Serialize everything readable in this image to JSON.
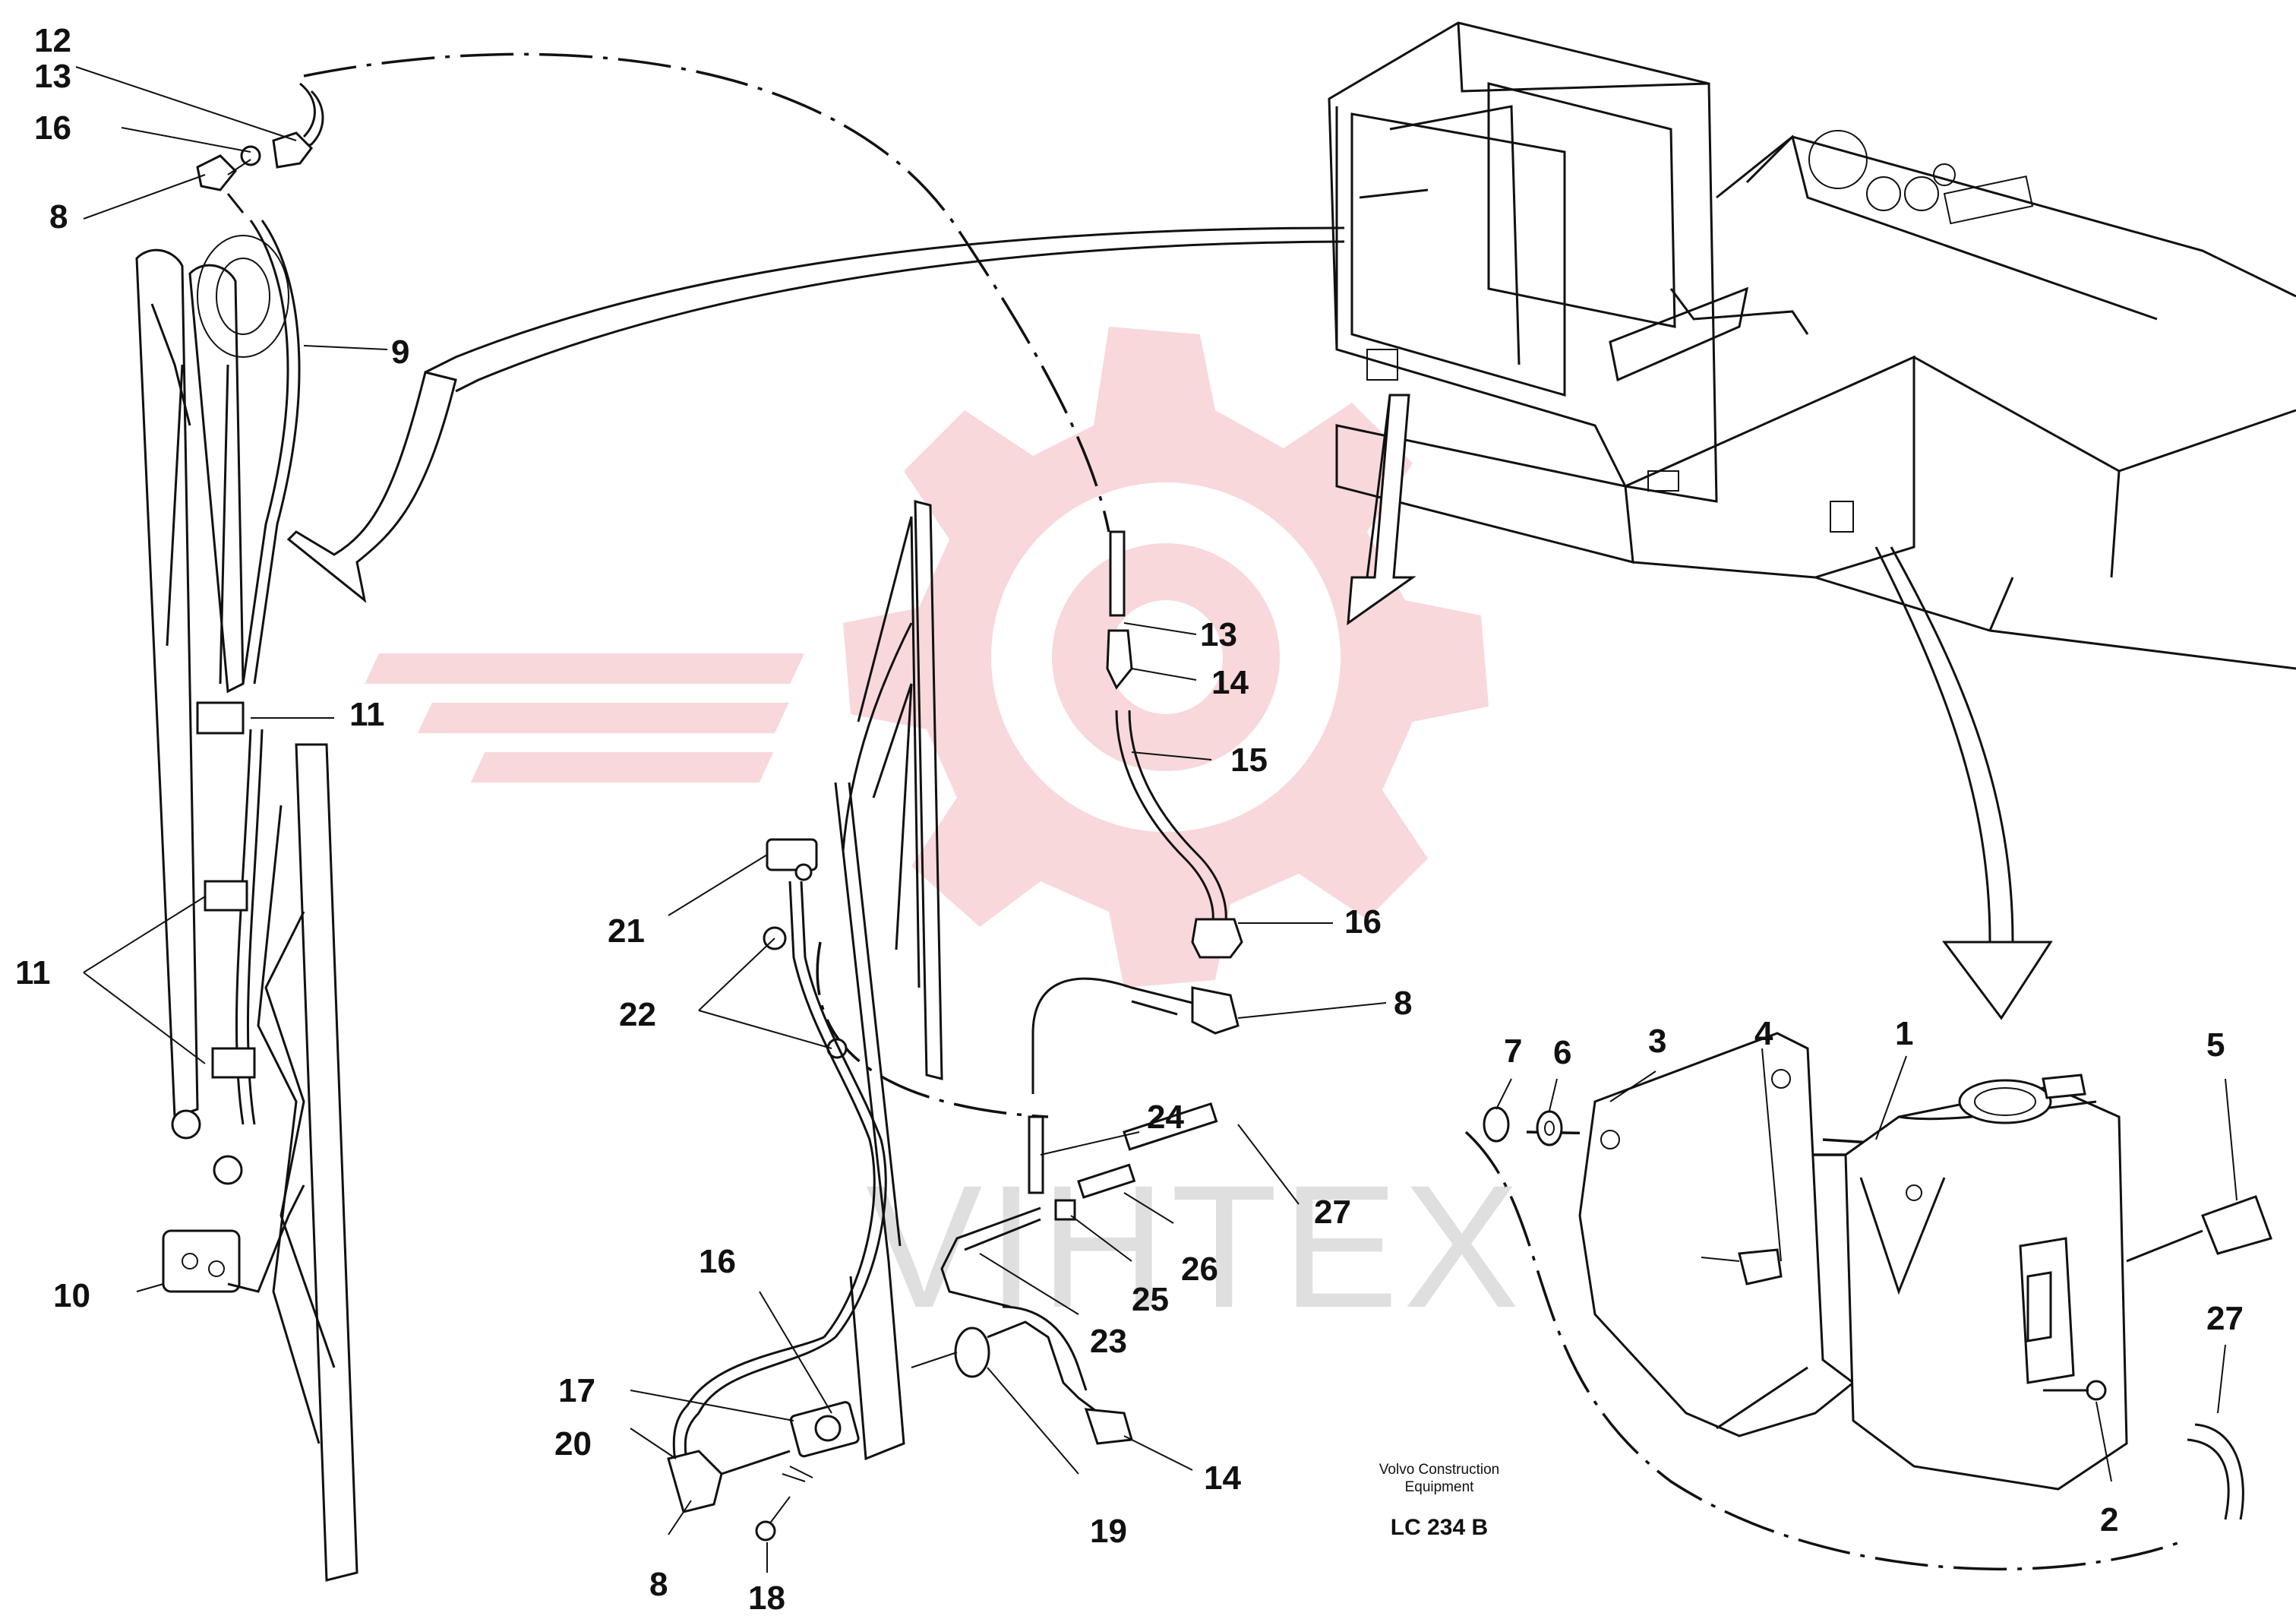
{
  "document": {
    "manufacturer_caption": "Volvo Construction\nEquipment",
    "manufacturer_line1": "Volvo Construction",
    "manufacturer_line2": "Equipment",
    "drawing_code": "LC 234 B",
    "watermark_text": "VIHTEX"
  },
  "colors": {
    "line": "#111111",
    "watermark_logo": "#f2b8bd",
    "watermark_text": "#cfcfcf",
    "background": "#ffffff"
  },
  "callouts": [
    {
      "id": "c12",
      "text": "12"
    },
    {
      "id": "c13a",
      "text": "13"
    },
    {
      "id": "c16a",
      "text": "16"
    },
    {
      "id": "c8a",
      "text": "8"
    },
    {
      "id": "c9",
      "text": "9"
    },
    {
      "id": "c11a",
      "text": "11"
    },
    {
      "id": "c11b",
      "text": "11"
    },
    {
      "id": "c10",
      "text": "10"
    },
    {
      "id": "c13b",
      "text": "13"
    },
    {
      "id": "c14a",
      "text": "14"
    },
    {
      "id": "c15",
      "text": "15"
    },
    {
      "id": "c16b",
      "text": "16"
    },
    {
      "id": "c8b",
      "text": "8"
    },
    {
      "id": "c21",
      "text": "21"
    },
    {
      "id": "c22",
      "text": "22"
    },
    {
      "id": "c24",
      "text": "24"
    },
    {
      "id": "c27a",
      "text": "27"
    },
    {
      "id": "c26",
      "text": "26"
    },
    {
      "id": "c25",
      "text": "25"
    },
    {
      "id": "c23",
      "text": "23"
    },
    {
      "id": "c16c",
      "text": "16"
    },
    {
      "id": "c17",
      "text": "17"
    },
    {
      "id": "c20",
      "text": "20"
    },
    {
      "id": "c19",
      "text": "19"
    },
    {
      "id": "c14b",
      "text": "14"
    },
    {
      "id": "c8c",
      "text": "8"
    },
    {
      "id": "c18",
      "text": "18"
    },
    {
      "id": "c7",
      "text": "7"
    },
    {
      "id": "c6",
      "text": "6"
    },
    {
      "id": "c3",
      "text": "3"
    },
    {
      "id": "c4",
      "text": "4"
    },
    {
      "id": "c1",
      "text": "1"
    },
    {
      "id": "c5",
      "text": "5"
    },
    {
      "id": "c27b",
      "text": "27"
    },
    {
      "id": "c2",
      "text": "2"
    }
  ]
}
